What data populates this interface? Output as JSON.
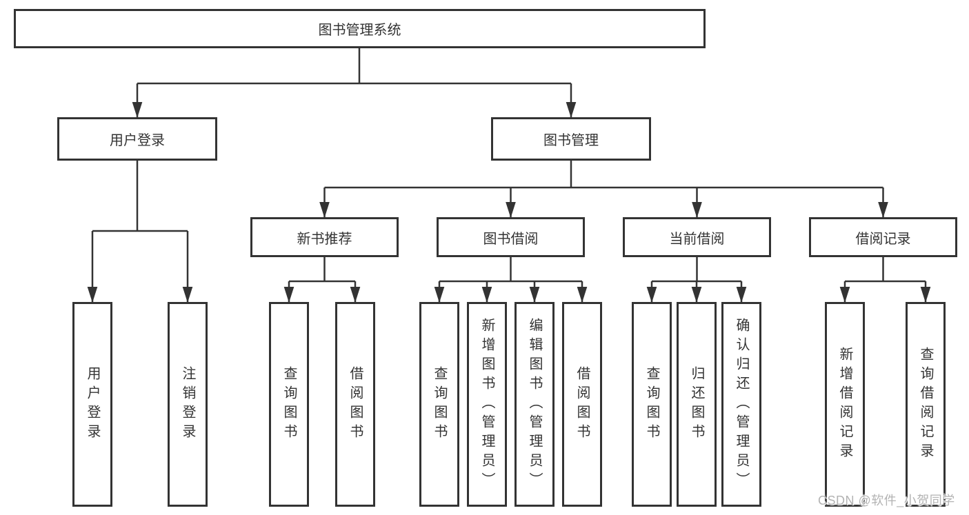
{
  "diagram": {
    "title": "图书管理系统",
    "branches": {
      "user_login": {
        "label": "用户登录",
        "children": [
          "用户登录",
          "注销登录"
        ]
      },
      "book_mgmt": {
        "label": "图书管理",
        "sections": [
          {
            "label": "新书推荐",
            "children": [
              "查询图书",
              "借阅图书"
            ]
          },
          {
            "label": "图书借阅",
            "children": [
              "查询图书",
              "新增图书（管理员）",
              "编辑图书（管理员）",
              "借阅图书"
            ]
          },
          {
            "label": "当前借阅",
            "children": [
              "查询图书",
              "归还图书",
              "确认归还（管理员）"
            ]
          },
          {
            "label": "借阅记录",
            "children": [
              "新增借阅记录",
              "查询借阅记录"
            ]
          }
        ]
      }
    }
  },
  "watermark": {
    "text": "CSDN @软件_小贺同学"
  },
  "colors": {
    "line": "#333333",
    "text": "#333333",
    "watermark": "#b3b3b3",
    "background": "#ffffff"
  }
}
